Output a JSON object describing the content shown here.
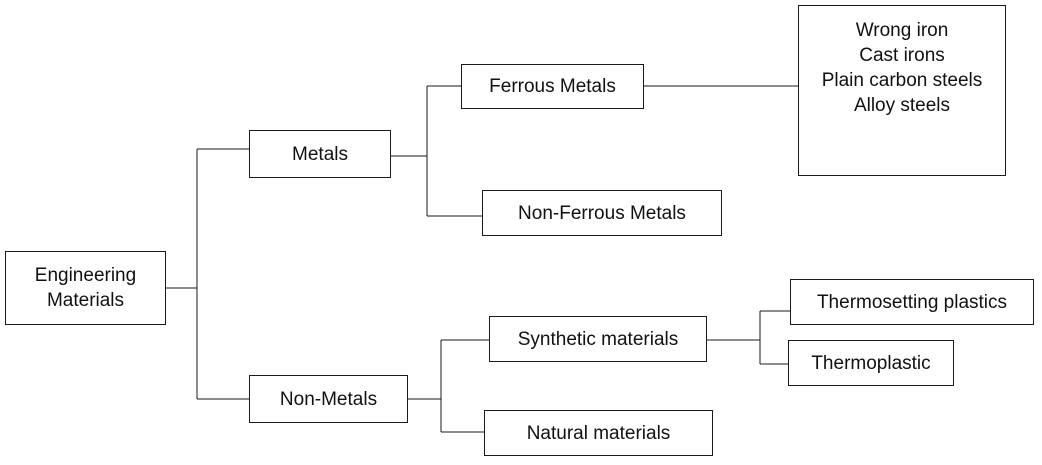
{
  "nodes": {
    "root": "Engineering\nMaterials",
    "metals": "Metals",
    "non_metals": "Non-Metals",
    "ferrous": "Ferrous Metals",
    "non_ferrous": "Non-Ferrous Metals",
    "synthetic": "Synthetic materials",
    "natural": "Natural materials",
    "thermosetting": "Thermosetting plastics",
    "thermoplastic": "Thermoplastic",
    "ferrous_list": [
      "Wrong iron",
      "Cast irons",
      "Plain carbon steels",
      "Alloy steels"
    ]
  }
}
